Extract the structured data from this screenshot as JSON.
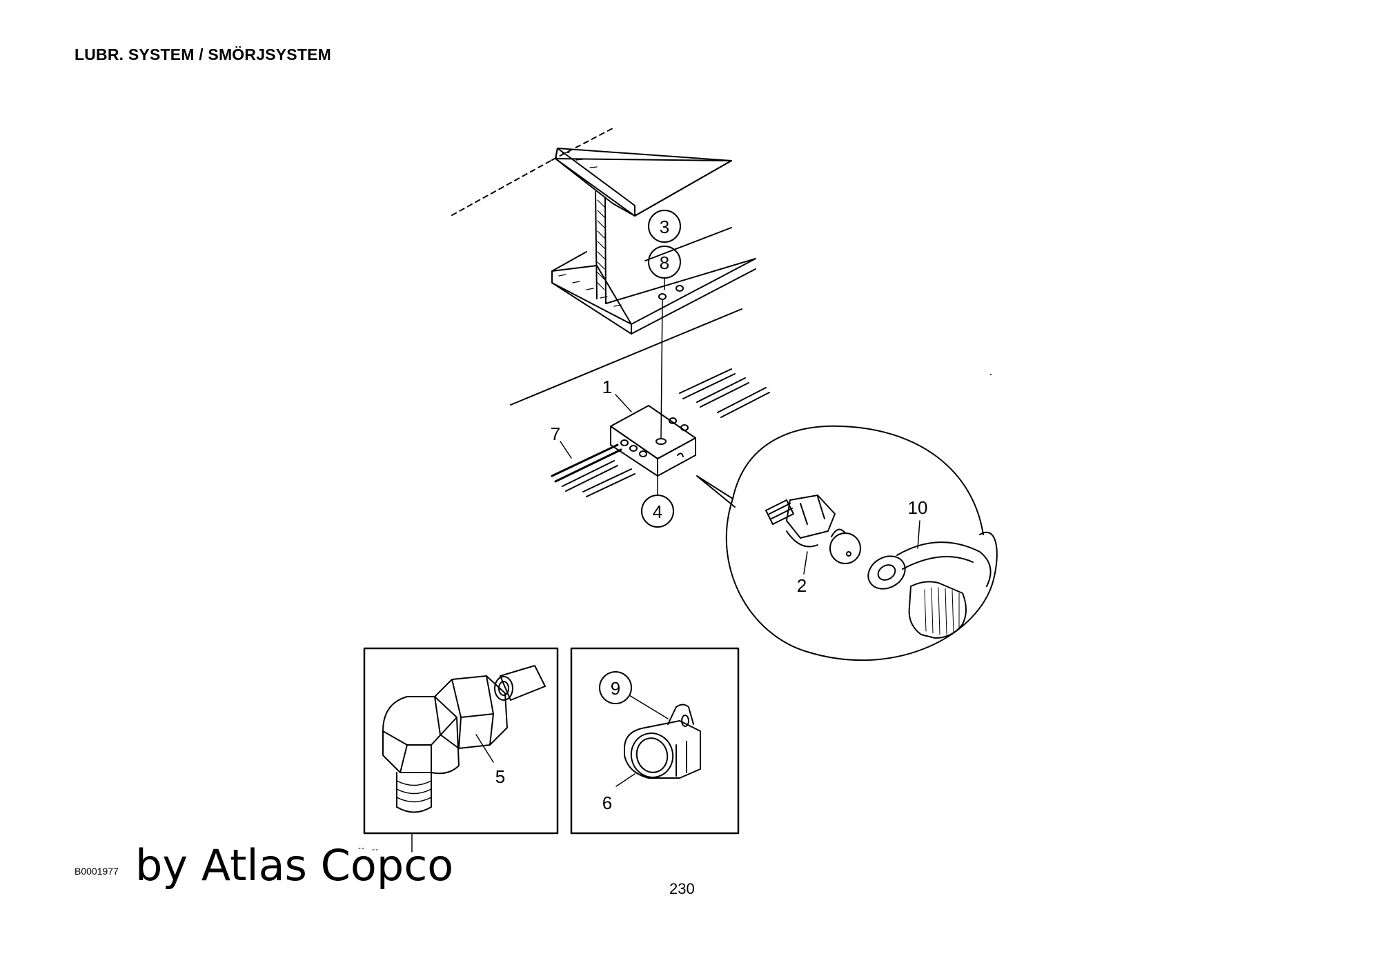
{
  "header": {
    "title": "LUBR. SYSTEM / SMÖRJSYSTEM"
  },
  "callouts": {
    "part_1": "1",
    "part_2": "2",
    "part_3": "3",
    "part_4": "4",
    "part_5": "5",
    "part_6": "6",
    "part_7": "7",
    "part_8": "8",
    "part_9": "9",
    "part_10": "10"
  },
  "footer": {
    "drawing_code": "B0001977",
    "watermark": "by Atlas Copco",
    "page_number": "230"
  }
}
